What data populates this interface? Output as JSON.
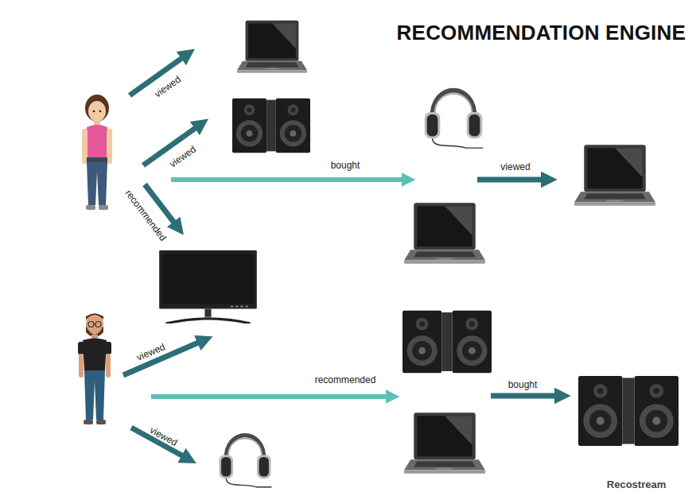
{
  "diagram": {
    "title": "RECOMMENDATION ENGINE",
    "labels": [
      "viewed",
      "viewed",
      "recommended",
      "bought",
      "viewed",
      "viewed",
      "recommended",
      "bought",
      "viewed",
      "Recostream"
    ]
  }
}
